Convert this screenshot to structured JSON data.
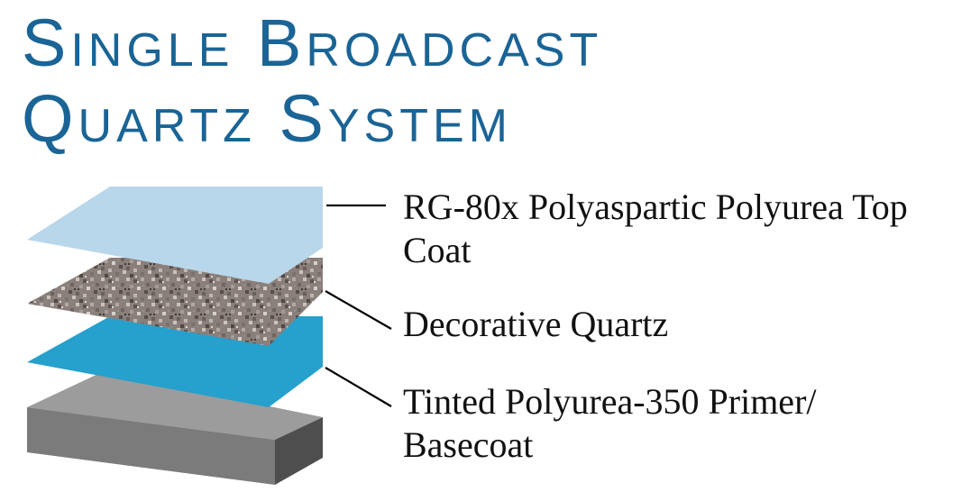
{
  "title": {
    "line1": "Single Broadcast",
    "line2": "Quartz System"
  },
  "layers": [
    {
      "name": "top-coat",
      "lines": [
        "RG-80x Polyaspartic Polyurea Top",
        "Coat"
      ],
      "color": "#b9d7ea"
    },
    {
      "name": "decorative-quartz",
      "lines": [
        "Decorative Quartz"
      ],
      "color": "#8c807b"
    },
    {
      "name": "primer",
      "lines": [
        "Tinted Polyurea-350 Primer/",
        "Basecoat"
      ],
      "color": "#26a0cd"
    },
    {
      "name": "substrate",
      "lines": [],
      "color": "#9c9c9c"
    }
  ],
  "colors": {
    "title": "#1a6496",
    "substrate_top": "#9c9c9c",
    "substrate_front": "#7b7b7b",
    "substrate_side": "#4e4e4e",
    "leader": "#000000"
  }
}
